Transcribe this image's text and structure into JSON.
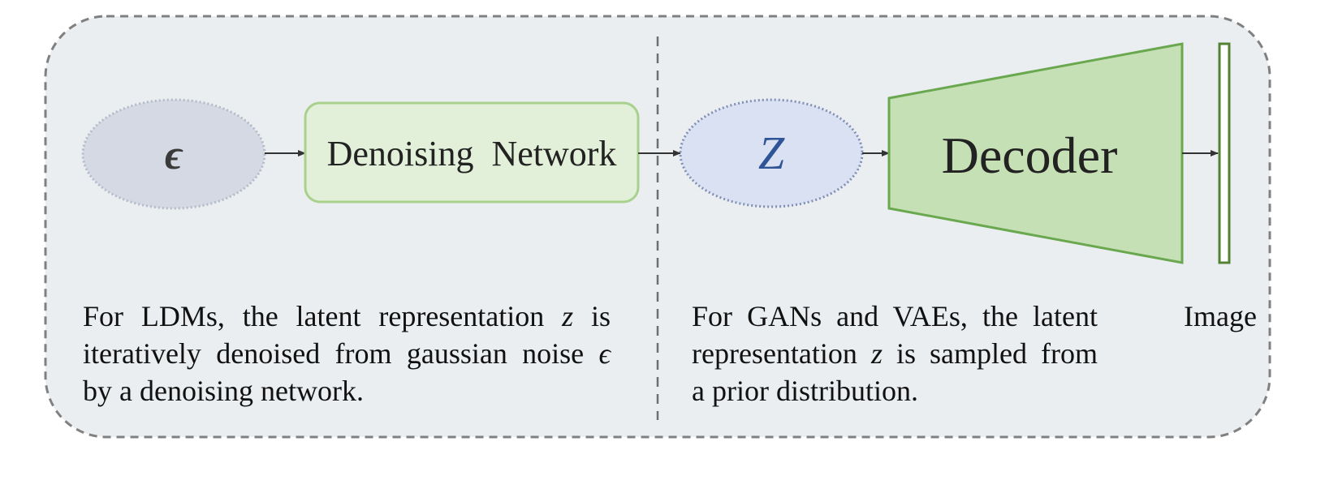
{
  "nodes": {
    "epsilon": {
      "label": "ϵ"
    },
    "denoising_network": {
      "label": "Denoising  Network"
    },
    "latent": {
      "label": "Z"
    },
    "decoder": {
      "label": "Decoder"
    },
    "image": {
      "label": "Image"
    }
  },
  "captions": {
    "ldm": {
      "line1_prefix": "For LDMs, the latent representation ",
      "line1_var": "z",
      "line1_suffix": " is",
      "line2_prefix": "iteratively denoised from gaussian noise ",
      "line2_var": "ϵ",
      "line3": "by a denoising network."
    },
    "gan_vae": {
      "line1": "For GANs and VAEs, the latent",
      "line2_prefix": "representation ",
      "line2_var": "z",
      "line2_suffix": " is sampled from",
      "line3": "a prior distribution."
    }
  },
  "colors": {
    "panel_fill": "#ebeef1",
    "panel_border": "#808080",
    "epsilon_fill": "#d4d9e3",
    "epsilon_text": "#3a3a3a",
    "denoiser_fill": "#e2f0d9",
    "denoiser_border": "#a9d18e",
    "latent_fill": "#d9e1f2",
    "latent_border": "#7f8fb5",
    "latent_text": "#2f5597",
    "decoder_fill": "#c5e0b4",
    "decoder_border": "#6aa84f",
    "image_border": "#548235",
    "arrow": "#333333"
  }
}
